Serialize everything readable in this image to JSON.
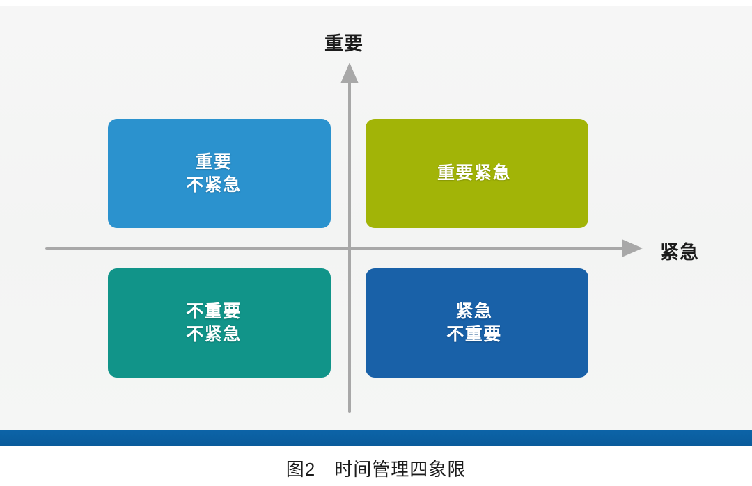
{
  "figure": {
    "caption": "图2　时间管理四象限",
    "background_color": "#f4f5f4",
    "page_background": "#ffffff"
  },
  "axes": {
    "y_label": "重要",
    "x_label": "紧急",
    "axis_color": "#a8a8a8",
    "y_arrow_icon": "arrow-up-icon",
    "x_arrow_icon": "arrow-right-icon"
  },
  "chart_data": {
    "type": "table",
    "title": "图2　时间管理四象限",
    "xlabel": "紧急",
    "ylabel": "重要",
    "quadrants": [
      {
        "id": "top-left",
        "position": "important-not-urgent",
        "lines": [
          "重要",
          "不紧急"
        ],
        "color": "#2b92ce",
        "shade_color": "#1d6e9e",
        "x": "not-urgent",
        "y": "important"
      },
      {
        "id": "top-right",
        "position": "important-urgent",
        "lines": [
          "重要紧急"
        ],
        "color": "#a2b407",
        "shade_color": "#7d8a05",
        "x": "urgent",
        "y": "important"
      },
      {
        "id": "bottom-left",
        "position": "not-important-not-urgent",
        "lines": [
          "不重要",
          "不紧急"
        ],
        "color": "#119489",
        "shade_color": "#0b6b63",
        "x": "not-urgent",
        "y": "not-important"
      },
      {
        "id": "bottom-right",
        "position": "urgent-not-important",
        "lines": [
          "紧急",
          "不重要"
        ],
        "color": "#1961a8",
        "shade_color": "#10487e",
        "x": "urgent",
        "y": "not-important"
      }
    ]
  },
  "footer": {
    "bar_color": "#0c64a8"
  }
}
